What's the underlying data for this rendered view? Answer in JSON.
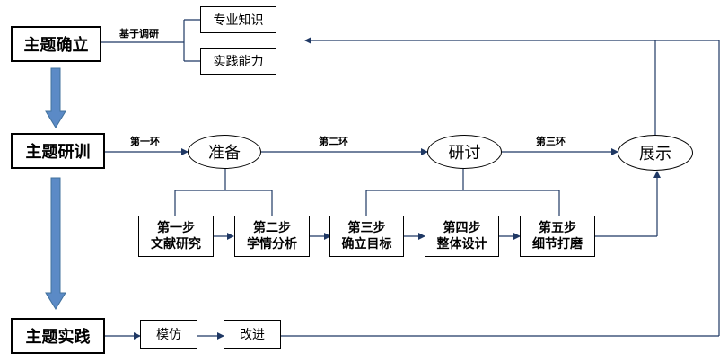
{
  "stages": {
    "establish": "主题确立",
    "study": "主题研训",
    "practice": "主题实践"
  },
  "establish_basis": "基于调研",
  "knowledge": {
    "professional": "专业知识",
    "practical": "实践能力"
  },
  "links": {
    "first": "第一环",
    "second": "第二环",
    "third": "第三环"
  },
  "phases": {
    "prepare": "准备",
    "discuss": "研讨",
    "present": "展示"
  },
  "steps": [
    {
      "num": "第一步",
      "name": "文献研究"
    },
    {
      "num": "第二步",
      "name": "学情分析"
    },
    {
      "num": "第三步",
      "name": "确立目标"
    },
    {
      "num": "第四步",
      "name": "整体设计"
    },
    {
      "num": "第五步",
      "name": "细节打磨"
    }
  ],
  "practice_steps": {
    "imitate": "模仿",
    "improve": "改进"
  },
  "colors": {
    "line": "#1f3864",
    "down_arrow": "#5b8ac6"
  }
}
